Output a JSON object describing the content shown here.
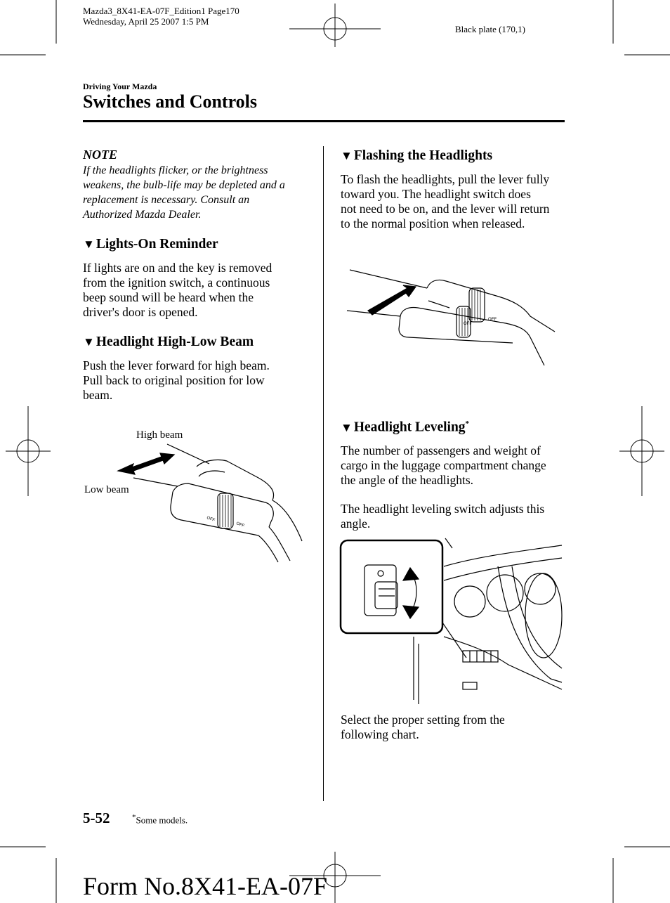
{
  "print_info": {
    "line1": "Mazda3_8X41-EA-07F_Edition1 Page170",
    "line2": "Wednesday, April 25 2007 1:5 PM",
    "plate": "Black plate (170,1)"
  },
  "header": {
    "section": "Driving Your Mazda",
    "title": "Switches and Controls"
  },
  "left_column": {
    "note_title": "NOTE",
    "note_lines": [
      "If the headlights flicker, or the brightness",
      "weakens, the bulb-life may be depleted and a",
      "replacement is necessary. Consult an",
      "Authorized Mazda Dealer."
    ],
    "lights_on": {
      "heading": "Lights-On Reminder",
      "lines": [
        "If lights are on and the key is removed",
        "from the ignition switch, a continuous",
        "beep sound will be heard when the",
        "driver's door is opened."
      ]
    },
    "high_low": {
      "heading": "Headlight High-Low Beam",
      "lines": [
        "Push the lever forward for high beam.",
        "Pull back to original position for low",
        "beam."
      ]
    },
    "figure": {
      "high_label": "High beam",
      "low_label": "Low beam"
    }
  },
  "right_column": {
    "flashing": {
      "heading": "Flashing the Headlights",
      "lines": [
        "To flash the headlights, pull the lever fully",
        "toward you. The headlight switch does",
        "not need to be on, and the lever will return",
        "to the normal position when released."
      ]
    },
    "leveling": {
      "heading": "Headlight Leveling",
      "star": "*",
      "para1": [
        "The number of passengers and weight of",
        "cargo in the luggage compartment change",
        "the angle of the headlights."
      ],
      "para2": [
        "The headlight leveling switch adjusts this",
        "angle."
      ],
      "para3": [
        "Select the proper setting from the",
        "following chart."
      ]
    }
  },
  "footer": {
    "page_number": "5-52",
    "star": "*",
    "note": "Some models.",
    "form_no": "Form No.8X41-EA-07F"
  },
  "switch_labels": {
    "off": "OFF"
  },
  "icons": [
    "down-triangle-icon",
    "crop-mark-icon",
    "registration-target-icon"
  ]
}
